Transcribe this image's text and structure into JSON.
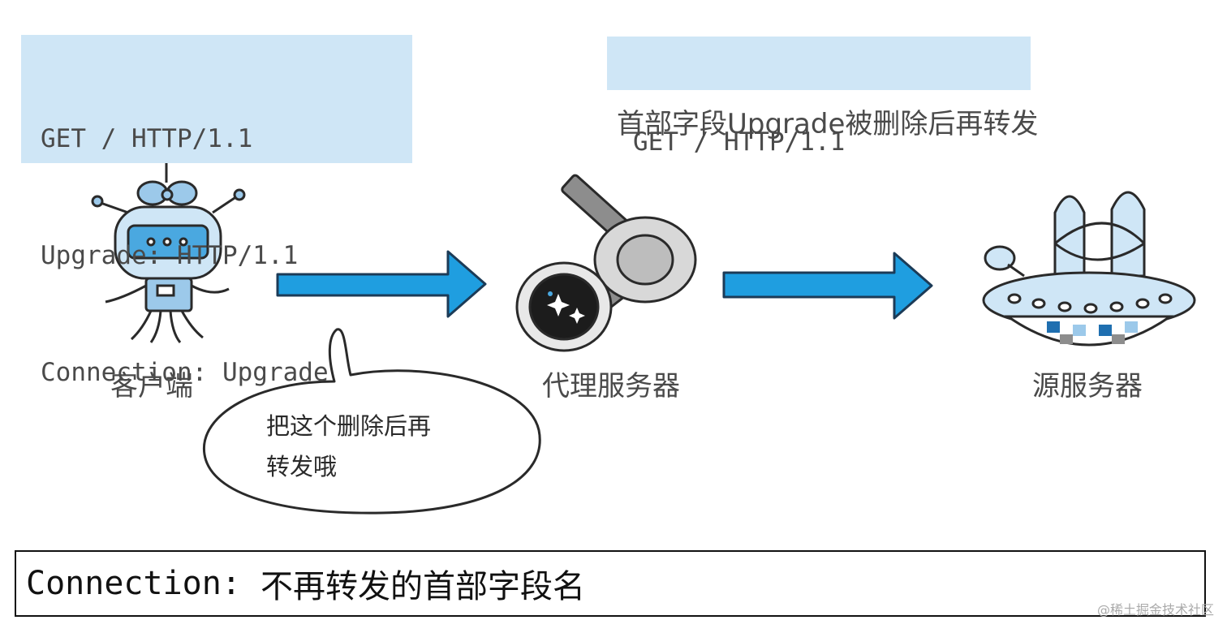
{
  "colors": {
    "box_fill": "#cfe6f6",
    "arrow_blue": "#1f9ee0",
    "arrow_outline": "#1c3b57",
    "text_gray": "#4a4a4a"
  },
  "client_request": {
    "lines": [
      "GET / HTTP/1.1",
      "Upgrade: HTTP/1.1",
      "Connection: Upgrade"
    ]
  },
  "forwarded_request": {
    "lines": [
      "GET / HTTP/1.1"
    ],
    "note": "首部字段Upgrade被删除后再转发"
  },
  "nodes": {
    "client": {
      "label": "客户端",
      "icon": "robot-client-icon"
    },
    "proxy": {
      "label": "代理服务器",
      "icon": "satellite-proxy-icon"
    },
    "origin": {
      "label": "源服务器",
      "icon": "spaceship-server-icon"
    }
  },
  "speech_bubble": {
    "lines": [
      "把这个删除后再",
      "转发哦"
    ]
  },
  "caption": {
    "key": "Connection: ",
    "description": "不再转发的首部字段名"
  },
  "watermark": "@稀土掘金技术社区"
}
